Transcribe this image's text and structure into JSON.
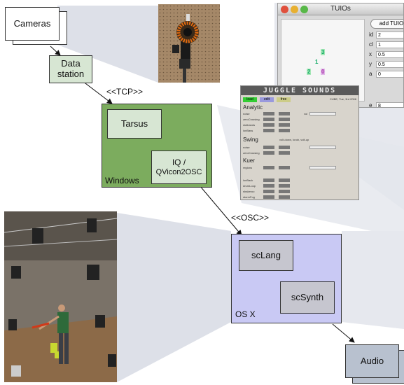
{
  "nodes": {
    "cameras": "Cameras",
    "data_station_line1": "Data",
    "data_station_line2": "station",
    "tarsus": "Tarsus",
    "iq_line1": "IQ /",
    "iq_line2": "QVicon2OSC",
    "windows": "Windows",
    "sclang": "scLang",
    "scsynth": "scSynth",
    "osx": "OS X",
    "audio": "Audio"
  },
  "protocols": {
    "tcp": "<<TCP>>",
    "osc": "<<OSC>>"
  },
  "tuio_window": {
    "title": "TUIOs",
    "add_button": "add TUIO",
    "fields": [
      {
        "key": "id",
        "value": "2"
      },
      {
        "key": "cl",
        "value": "1"
      },
      {
        "key": "x",
        "value": "0.5"
      },
      {
        "key": "y",
        "value": "0.5"
      },
      {
        "key": "a",
        "value": "0"
      }
    ],
    "e_key": "e",
    "e_value": "8",
    "points": [
      "3",
      "1",
      "2",
      "0"
    ]
  },
  "juggle_panel": {
    "banner": "JUGGLE SOUNDS",
    "buttons": [
      "load",
      "edit",
      "free"
    ],
    "credit": "CUBE, Tue, 3rd 2006",
    "sections": [
      "Analytic",
      "Swing",
      "Kuer"
    ],
    "swing_hint": "volt-down, knob, volt-up",
    "rows_analytic": [
      "noise",
      "zeroCrossing",
      "slotbands",
      "lonBass"
    ],
    "rows_swing": [
      "noise",
      "zeroCrossing"
    ],
    "rows_kuer": [
      "regions"
    ],
    "rows_misc": [
      "lonBack",
      "drumLoop",
      "shakeroo",
      "stormFog"
    ],
    "row_btn_load": "load",
    "row_btn_edit": "edit",
    "vol_label": "vol"
  },
  "colors": {
    "white_node": "#ffffff",
    "light_green": "#d7e6d3",
    "windows_green": "#7cac5e",
    "osx_lavender": "#c9c9f4",
    "osx_inner": "#c6c6cf",
    "audio_grey": "#b8c1cf",
    "wedge": "#dde0e8"
  }
}
